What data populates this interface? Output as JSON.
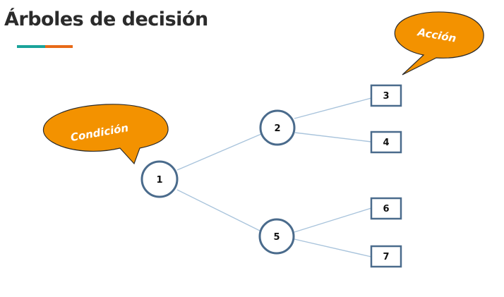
{
  "title": "Árboles de decisión",
  "colors": {
    "title": "#2b2b2b",
    "accent_teal": "#1aa39a",
    "accent_orange": "#e86a17",
    "node_stroke": "#4a6b8c",
    "edge": "#a9c4dc",
    "callout_fill": "#f39200",
    "callout_stroke": "#2b2b2b"
  },
  "callouts": {
    "condition": "Condición",
    "action": "Acción"
  },
  "tree": {
    "decision_nodes": [
      {
        "id": "n1",
        "label": "1"
      },
      {
        "id": "n2",
        "label": "2"
      },
      {
        "id": "n5",
        "label": "5"
      }
    ],
    "leaf_nodes": [
      {
        "id": "n3",
        "label": "3"
      },
      {
        "id": "n4",
        "label": "4"
      },
      {
        "id": "n6",
        "label": "6"
      },
      {
        "id": "n7",
        "label": "7"
      }
    ],
    "edges": [
      {
        "from": "1",
        "to": "2"
      },
      {
        "from": "1",
        "to": "5"
      },
      {
        "from": "2",
        "to": "3"
      },
      {
        "from": "2",
        "to": "4"
      },
      {
        "from": "5",
        "to": "6"
      },
      {
        "from": "5",
        "to": "7"
      }
    ]
  }
}
